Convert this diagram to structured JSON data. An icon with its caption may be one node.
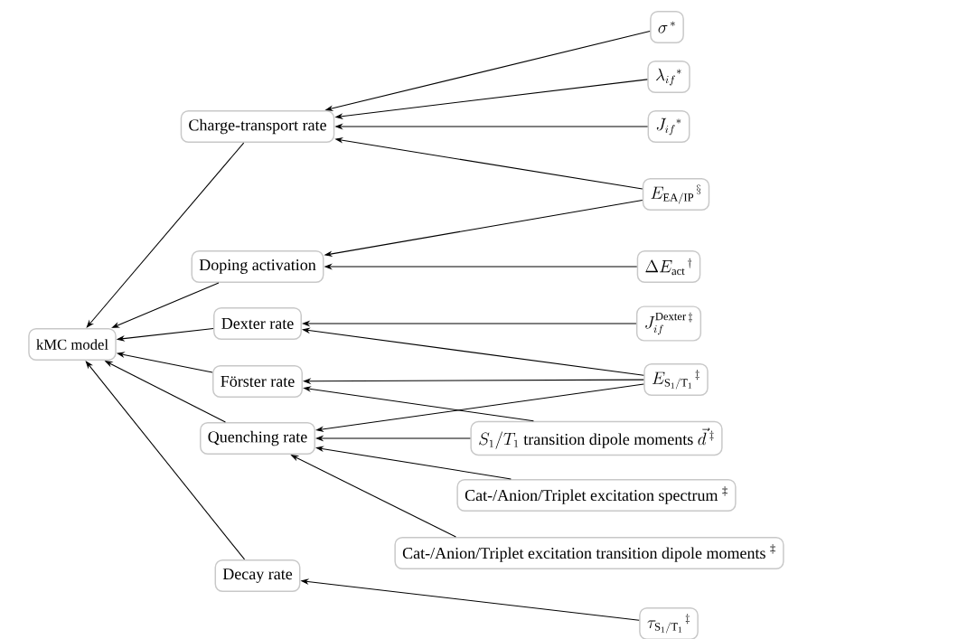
{
  "diagram": {
    "nodes": [
      {
        "text": [
          "kMC model"
        ]
      },
      {
        "text": [
          "Charge-transport rate"
        ]
      },
      {
        "text": [
          "Doping activation"
        ]
      },
      {
        "text": [
          "Dexter rate"
        ]
      },
      {
        "text": [
          "Förster rate"
        ]
      },
      {
        "text": [
          "Quenching rate"
        ]
      },
      {
        "text": [
          "Decay rate"
        ]
      },
      {
        "text": [
          "\\sigma^{\\,*}"
        ]
      },
      {
        "text": [
          "\\lambda_{if}{}^{*}"
        ]
      },
      {
        "text": [
          "J_{if}{}^{*}"
        ]
      },
      {
        "text": [
          "E_{\\mathrm{EA/IP}}{}^{\\,\\S}"
        ]
      },
      {
        "text": [
          "\\Delta E_{\\mathrm{act}}{}^{\\,\\dagger}"
        ]
      },
      {
        "text": [
          "J_{if}^{\\mathrm{Dexter}\\,\\ddagger}"
        ]
      },
      {
        "text": [
          "E_{\\mathrm{S_1/T_1}}{}^{\\,\\ddagger}"
        ]
      },
      {
        "text": [
          "S_1/T_1\\text{ transition dipole moments }\\vec{d}\\,^{\\ddagger}"
        ]
      },
      {
        "text": [
          "Cat-/Anion/Triplet excitation spectrum $^{‡}$"
        ]
      },
      {
        "text": [
          "Cat-/Anion/Triplet excitation transition dipole moments $^{‡}$"
        ]
      },
      {
        "text": [
          "\\tau_{\\mathrm{S_1/T_1}}{}^{\\,\\ddagger}"
        ]
      }
    ],
    "edges": [
      {
        "from": 1,
        "to": 0,
        "arrow": "to"
      },
      {
        "from": 2,
        "to": 0,
        "arrow": "to"
      },
      {
        "from": 3,
        "to": 0,
        "arrow": "to"
      },
      {
        "from": 4,
        "to": 0,
        "arrow": "to"
      },
      {
        "from": 5,
        "to": 0,
        "arrow": "to"
      },
      {
        "from": 6,
        "to": 0,
        "arrow": "to"
      },
      {
        "from": 7,
        "to": 1,
        "arrow": "to"
      },
      {
        "from": 8,
        "to": 1,
        "arrow": "to"
      },
      {
        "from": 9,
        "to": 1,
        "arrow": "to"
      },
      {
        "from": 10,
        "to": 1,
        "arrow": "to"
      },
      {
        "from": 10,
        "to": 2,
        "arrow": "to"
      },
      {
        "from": 11,
        "to": 2,
        "arrow": "to"
      },
      {
        "from": 12,
        "to": 3,
        "arrow": "to"
      },
      {
        "from": 13,
        "to": 3,
        "arrow": "to"
      },
      {
        "from": 13,
        "to": 4,
        "arrow": "to"
      },
      {
        "from": 14,
        "to": 4,
        "arrow": "to"
      },
      {
        "from": 13,
        "to": 5,
        "arrow": "to"
      },
      {
        "from": 14,
        "to": 5,
        "arrow": "to"
      },
      {
        "from": 15,
        "to": 5,
        "arrow": "to"
      },
      {
        "from": 16,
        "to": 5,
        "arrow": "to"
      },
      {
        "from": 17,
        "to": 6,
        "arrow": "to"
      }
    ]
  }
}
